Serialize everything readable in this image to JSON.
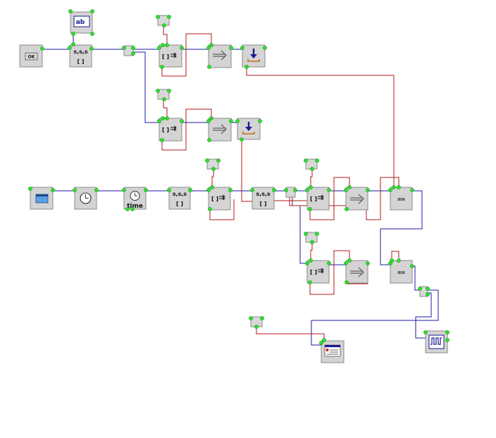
{
  "labels": {
    "ok": "OK",
    "text_field": "ab",
    "split_string": "s,s,s",
    "array": "[ ]",
    "array_index": "[ ]",
    "time": "time",
    "equals": "=="
  },
  "colors": {
    "pin": "#2fe02f",
    "data_wire": "#b21a1a",
    "event_wire": "#1a1aa8",
    "node_fill": "#d4d4d4"
  },
  "icons": [
    "ok-button-icon",
    "text-field-icon",
    "window-icon",
    "clock-icon",
    "time-icon",
    "arrow-icon",
    "download-icon",
    "equals-icon",
    "oscilloscope-icon",
    "console-icon"
  ]
}
